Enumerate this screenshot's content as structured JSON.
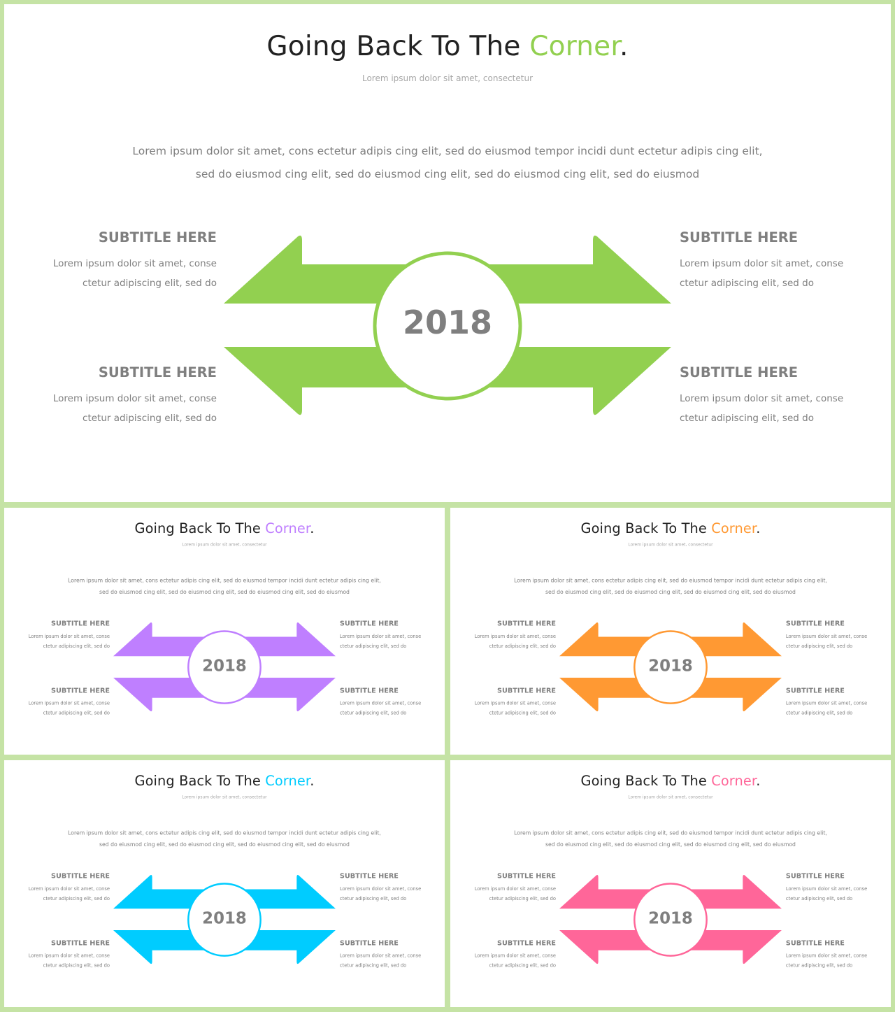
{
  "slides": [
    {
      "id": "main",
      "accent": "#92d050",
      "title_prefix": "Going Back To The ",
      "title_accent": "Corner",
      "title_suffix": ".",
      "subtitle": "Lorem ipsum dolor sit amet, consectetur",
      "body_lines": [
        "Lorem ipsum dolor sit amet, cons ectetur adipis cing elit,  sed do eiusmod tempor incidi dunt ectetur adipis cing elit,",
        "sed do eiusmod cing elit,  sed do eiusmod cing elit,  sed do eiusmod cing elit,  sed do eiusmod"
      ],
      "year": "2018",
      "blocks": [
        {
          "heading": "SUBTITLE HERE",
          "line1": "Lorem ipsum dolor sit amet, conse",
          "line2": "ctetur adipiscing elit, sed do"
        },
        {
          "heading": "SUBTITLE HERE",
          "line1": "Lorem ipsum dolor sit amet, conse",
          "line2": "ctetur adipiscing elit, sed do"
        },
        {
          "heading": "SUBTITLE HERE",
          "line1": "Lorem ipsum dolor sit amet, conse",
          "line2": "ctetur adipiscing elit, sed do"
        },
        {
          "heading": "SUBTITLE HERE",
          "line1": "Lorem ipsum dolor sit amet, conse",
          "line2": "ctetur adipiscing elit, sed do"
        }
      ]
    },
    {
      "id": "purple",
      "accent": "#bf7fff",
      "title_prefix": "Going Back To The ",
      "title_accent": "Corner",
      "title_suffix": ".",
      "subtitle": "Lorem ipsum dolor sit amet, consectetur",
      "body_lines": [
        "Lorem ipsum dolor sit amet, cons ectetur adipis cing elit,  sed do eiusmod tempor incidi dunt ectetur adipis cing elit,",
        "sed do eiusmod cing elit,  sed do eiusmod cing elit,  sed do eiusmod cing elit,  sed do eiusmod"
      ],
      "year": "2018",
      "blocks": [
        {
          "heading": "SUBTITLE HERE",
          "line1": "Lorem ipsum dolor sit amet, conse",
          "line2": "ctetur adipiscing elit, sed do"
        },
        {
          "heading": "SUBTITLE HERE",
          "line1": "Lorem ipsum dolor sit amet, conse",
          "line2": "ctetur adipiscing elit, sed do"
        },
        {
          "heading": "SUBTITLE HERE",
          "line1": "Lorem ipsum dolor sit amet, conse",
          "line2": "ctetur adipiscing elit, sed do"
        },
        {
          "heading": "SUBTITLE HERE",
          "line1": "Lorem ipsum dolor sit amet, conse",
          "line2": "ctetur adipiscing elit, sed do"
        }
      ]
    },
    {
      "id": "orange",
      "accent": "#ff9933",
      "title_prefix": "Going Back To The ",
      "title_accent": "Corner",
      "title_suffix": ".",
      "subtitle": "Lorem ipsum dolor sit amet, consectetur",
      "body_lines": [
        "Lorem ipsum dolor sit amet, cons ectetur adipis cing elit,  sed do eiusmod tempor incidi dunt ectetur adipis cing elit,",
        "sed do eiusmod cing elit,  sed do eiusmod cing elit,  sed do eiusmod cing elit,  sed do eiusmod"
      ],
      "year": "2018",
      "blocks": [
        {
          "heading": "SUBTITLE HERE",
          "line1": "Lorem ipsum dolor sit amet, conse",
          "line2": "ctetur adipiscing elit, sed do"
        },
        {
          "heading": "SUBTITLE HERE",
          "line1": "Lorem ipsum dolor sit amet, conse",
          "line2": "ctetur adipiscing elit, sed do"
        },
        {
          "heading": "SUBTITLE HERE",
          "line1": "Lorem ipsum dolor sit amet, conse",
          "line2": "ctetur adipiscing elit, sed do"
        },
        {
          "heading": "SUBTITLE HERE",
          "line1": "Lorem ipsum dolor sit amet, conse",
          "line2": "ctetur adipiscing elit, sed do"
        }
      ]
    },
    {
      "id": "cyan",
      "accent": "#00ccff",
      "title_prefix": "Going Back To The ",
      "title_accent": "Corner",
      "title_suffix": ".",
      "subtitle": "Lorem ipsum dolor sit amet, consectetur",
      "body_lines": [
        "Lorem ipsum dolor sit amet, cons ectetur adipis cing elit,  sed do eiusmod tempor incidi dunt ectetur adipis cing elit,",
        "sed do eiusmod cing elit,  sed do eiusmod cing elit,  sed do eiusmod cing elit,  sed do eiusmod"
      ],
      "year": "2018",
      "blocks": [
        {
          "heading": "SUBTITLE HERE",
          "line1": "Lorem ipsum dolor sit amet, conse",
          "line2": "ctetur adipiscing elit, sed do"
        },
        {
          "heading": "SUBTITLE HERE",
          "line1": "Lorem ipsum dolor sit amet, conse",
          "line2": "ctetur adipiscing elit, sed do"
        },
        {
          "heading": "SUBTITLE HERE",
          "line1": "Lorem ipsum dolor sit amet, conse",
          "line2": "ctetur adipiscing elit, sed do"
        },
        {
          "heading": "SUBTITLE HERE",
          "line1": "Lorem ipsum dolor sit amet, conse",
          "line2": "ctetur adipiscing elit, sed do"
        }
      ]
    },
    {
      "id": "pink",
      "accent": "#ff6699",
      "title_prefix": "Going Back To The ",
      "title_accent": "Corner",
      "title_suffix": ".",
      "subtitle": "Lorem ipsum dolor sit amet, consectetur",
      "body_lines": [
        "Lorem ipsum dolor sit amet, cons ectetur adipis cing elit,  sed do eiusmod tempor incidi dunt ectetur adipis cing elit,",
        "sed do eiusmod cing elit,  sed do eiusmod cing elit,  sed do eiusmod cing elit,  sed do eiusmod"
      ],
      "year": "2018",
      "blocks": [
        {
          "heading": "SUBTITLE HERE",
          "line1": "Lorem ipsum dolor sit amet, conse",
          "line2": "ctetur adipiscing elit, sed do"
        },
        {
          "heading": "SUBTITLE HERE",
          "line1": "Lorem ipsum dolor sit amet, conse",
          "line2": "ctetur adipiscing elit, sed do"
        },
        {
          "heading": "SUBTITLE HERE",
          "line1": "Lorem ipsum dolor sit amet, conse",
          "line2": "ctetur adipiscing elit, sed do"
        },
        {
          "heading": "SUBTITLE HERE",
          "line1": "Lorem ipsum dolor sit amet, conse",
          "line2": "ctetur adipiscing elit, sed do"
        }
      ]
    }
  ],
  "colors": {
    "page_border": "#c5e3a5",
    "text_dark": "#222222",
    "text_gray": "#7f7f7f",
    "text_light": "#a6a6a6"
  },
  "icons": {
    "arrow_top": "right-arrow-with-left-arrow-head",
    "arrow_bottom": "left-arrow-with-right-arrow-head",
    "center": "circle-badge"
  }
}
